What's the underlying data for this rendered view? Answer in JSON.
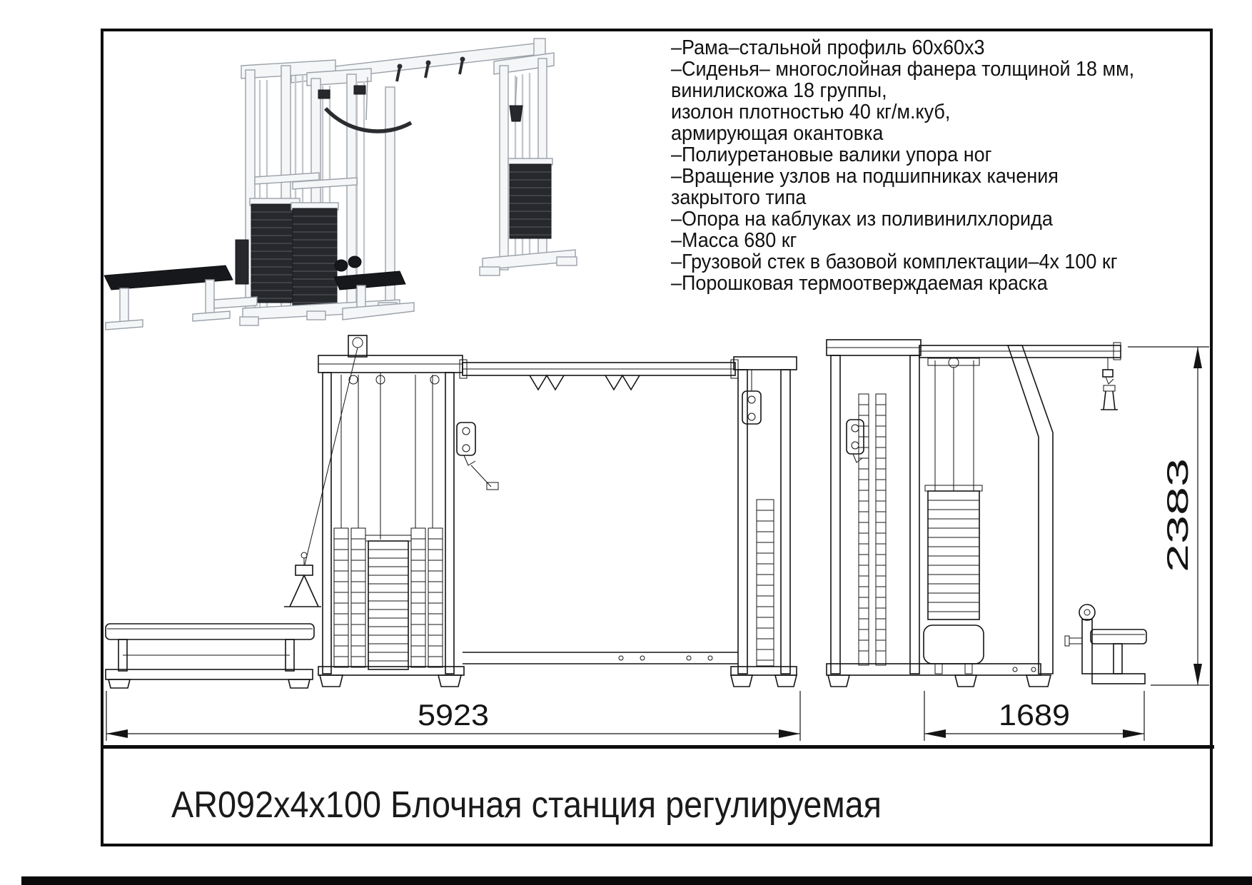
{
  "title": {
    "text": "AR092x4x100 Блочная станция регулируемая"
  },
  "specs": {
    "lines": [
      "–Рама–стальной профиль 60х60х3",
      "–Сиденья– многослойная фанера толщиной 18 мм,",
      "винилискожа 18 группы,",
      "изолон плотностью 40 кг/м.куб,",
      "армирующая окантовка",
      "–Полиуретановые валики упора ног",
      "–Вращение узлов на подшипниках качения",
      "закрытого типа",
      "–Опора на каблуках из поливинилхлорида",
      "–Масса 680 кг",
      "–Грузовой стек в базовой комплектации–4х 100 кг",
      "–Порошковая термоотверждаемая краска"
    ]
  },
  "dimensions": {
    "front_width": "5923",
    "side_width": "1689",
    "height": "2383"
  },
  "colors": {
    "ink": "#141414",
    "page_bg": "#ffffff",
    "frame_fill": "#f4f6f8",
    "frame_stroke": "#9ba1a8",
    "weight_stack": "#26282c"
  }
}
